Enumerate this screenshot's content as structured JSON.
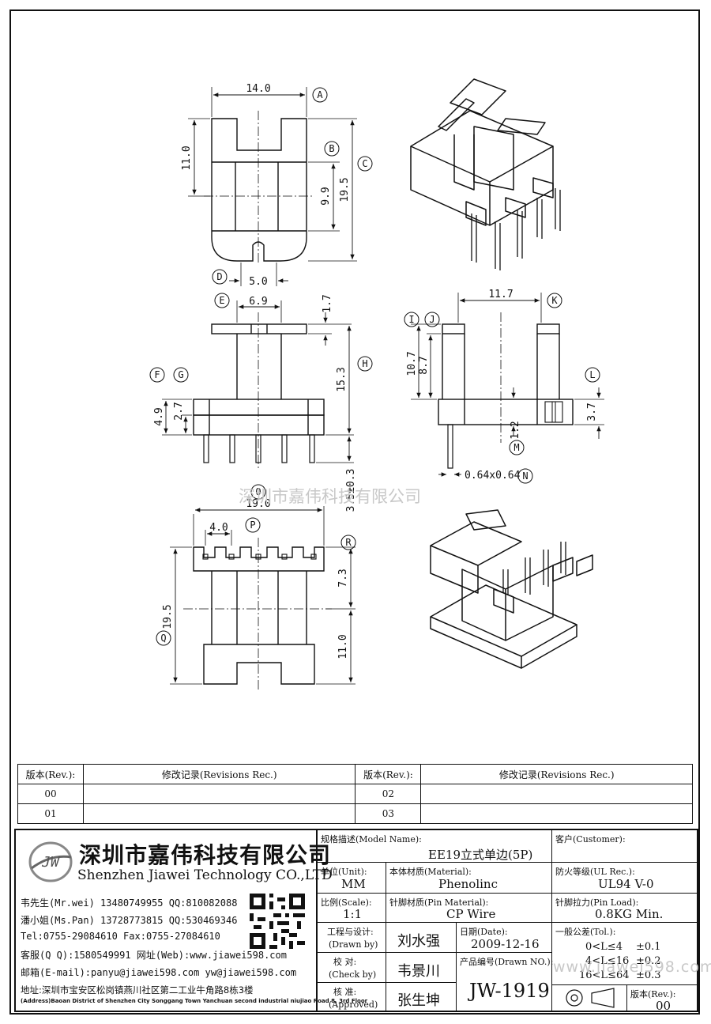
{
  "dimensions": {
    "top_width": "14.0",
    "top_height": "11.0",
    "inner_height": "9.9",
    "total_height": "19.5",
    "slot_width": "5.0",
    "front_slot": "6.9",
    "front_flange": "1.7",
    "front_height": "15.3",
    "base_thick": "4.9",
    "base_sub": "2.7",
    "pin_len": "3.5±0.3",
    "side_width": "11.7",
    "side_h1": "10.7",
    "side_h2": "8.7",
    "side_l": "3.7",
    "side_m": "1.2",
    "pin_size": "0.64x0.64",
    "bottom_width": "19.0",
    "pin_pitch": "4.0",
    "bottom_total": "19.5",
    "bottom_upper": "7.3",
    "bottom_lower": "11.0"
  },
  "callouts": [
    "A",
    "B",
    "C",
    "D",
    "E",
    "F",
    "G",
    "H",
    "I",
    "J",
    "K",
    "L",
    "M",
    "N",
    "O",
    "P",
    "Q",
    "R"
  ],
  "watermark_center": "深圳市嘉伟科技有限公司",
  "watermark_corner": "www.jiawei598.com",
  "revisions": {
    "header_rev": "版本(Rev.):",
    "header_rec": "修改记录(Revisions Rec.)",
    "rows": [
      [
        "00",
        "",
        "02",
        ""
      ],
      [
        "01",
        "",
        "03",
        ""
      ]
    ]
  },
  "company": {
    "logo_text": "JW",
    "name_cn": "深圳市嘉伟科技有限公司",
    "name_en": "Shenzhen Jiawei Technology CO.,LTD",
    "contacts": [
      "韦先生(Mr.wei) 13480749955 QQ:810082088",
      "潘小姐(Ms.Pan) 13728773815 QQ:530469346",
      "Tel:0755-29084610     Fax:0755-27084610",
      "客服(Q Q):1580549991   网址(Web):www.jiawei598.com",
      "邮箱(E-mail):panyu@jiawei598.com  yw@jiawei598.com"
    ],
    "address_cn": "地址:深圳市宝安区松岗镇燕川社区第二工业牛角路8栋3楼",
    "address_en": "(Address)Baoan District of Shenzhen City Songgang Town Yanchuan  second industrial niujiao Road 8, 3rd Floor"
  },
  "title_block": {
    "model_label": "规格描述(Model Name):",
    "model_value": "EE19立式单边(5P)",
    "customer_label": "客户(Customer):",
    "customer_value": "",
    "unit_label": "单位(Unit):",
    "unit_value": "MM",
    "material_label": "本体材质(Material):",
    "material_value": "Phenolinc",
    "ul_label": "防火等级(UL Rec.):",
    "ul_value": "UL94 V-0",
    "scale_label": "比例(Scale):",
    "scale_value": "1:1",
    "pin_material_label": "针脚材质(Pin Material):",
    "pin_material_value": "CP Wire",
    "pin_load_label": "针脚拉力(Pin Load):",
    "pin_load_value": "0.8KG Min.",
    "drawn_label_cn": "工程与设计:",
    "drawn_label_en": "(Drawn by)",
    "drawn_value": "刘水强",
    "date_label": "日期(Date):",
    "date_value": "2009-12-16",
    "tol_label": "一般公差(Tol.):",
    "tol_rows": [
      [
        "0<L≤4",
        "±0.1"
      ],
      [
        "4<L≤16",
        "±0.2"
      ],
      [
        "16<L≤64",
        "±0.3"
      ]
    ],
    "check_label_cn": "校   对:",
    "check_label_en": "(Check by)",
    "check_value": "韦景川",
    "drawn_no_label": "产品编号(Drawn NO.):",
    "drawn_no_value": "JW-1919",
    "approved_label_cn": "核   准:",
    "approved_label_en": "(Approved)",
    "approved_value": "张生坤",
    "rev_label": "版本(Rev.):",
    "rev_value": "00"
  }
}
